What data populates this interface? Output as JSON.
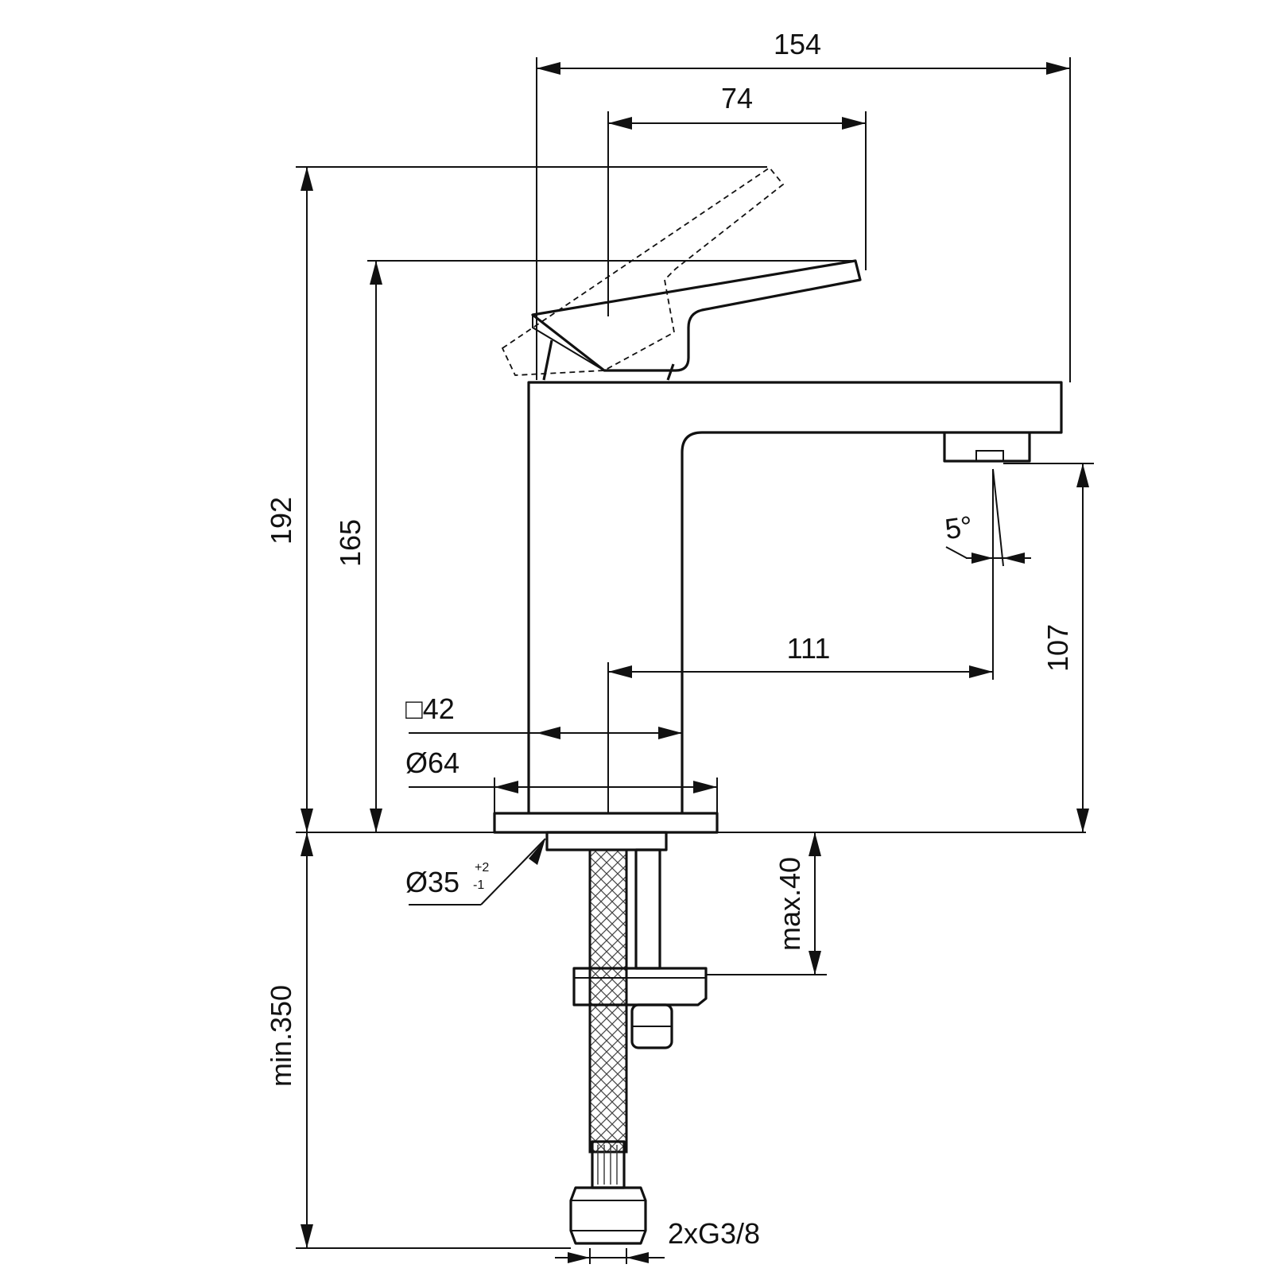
{
  "dimensions": {
    "width_total": "154",
    "handle_reach": "74",
    "height_handle_raised": "192",
    "height_handle": "165",
    "spout_height": "107",
    "spout_reach": "111",
    "spray_angle": "5°",
    "body_square": "□42",
    "base_diameter": "Ø64",
    "hole_diameter": "Ø35",
    "hole_tol_plus": "+2",
    "hole_tol_minus": "-1",
    "max_deck_thickness": "max.40",
    "min_hose_length": "min.350",
    "connection": "2xG3/8"
  }
}
